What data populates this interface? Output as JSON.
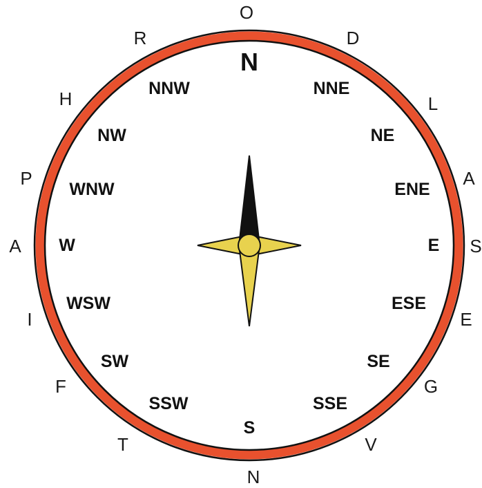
{
  "colors": {
    "ring": "#E8512E",
    "needle_north": "#111111",
    "needle_south": "#E8D24E",
    "hub": "#E8D24E",
    "text": "#111111"
  },
  "compass": {
    "cardinal_north": "N",
    "directions": [
      "NNE",
      "NE",
      "ENE",
      "E",
      "ESE",
      "SE",
      "SSE",
      "S",
      "SSW",
      "SW",
      "WSW",
      "W",
      "WNW",
      "NW",
      "NNW"
    ],
    "outer_letters": [
      "O",
      "D",
      "L",
      "A",
      "S",
      "E",
      "G",
      "V",
      "N",
      "T",
      "F",
      "I",
      "A",
      "P",
      "H",
      "R"
    ]
  }
}
